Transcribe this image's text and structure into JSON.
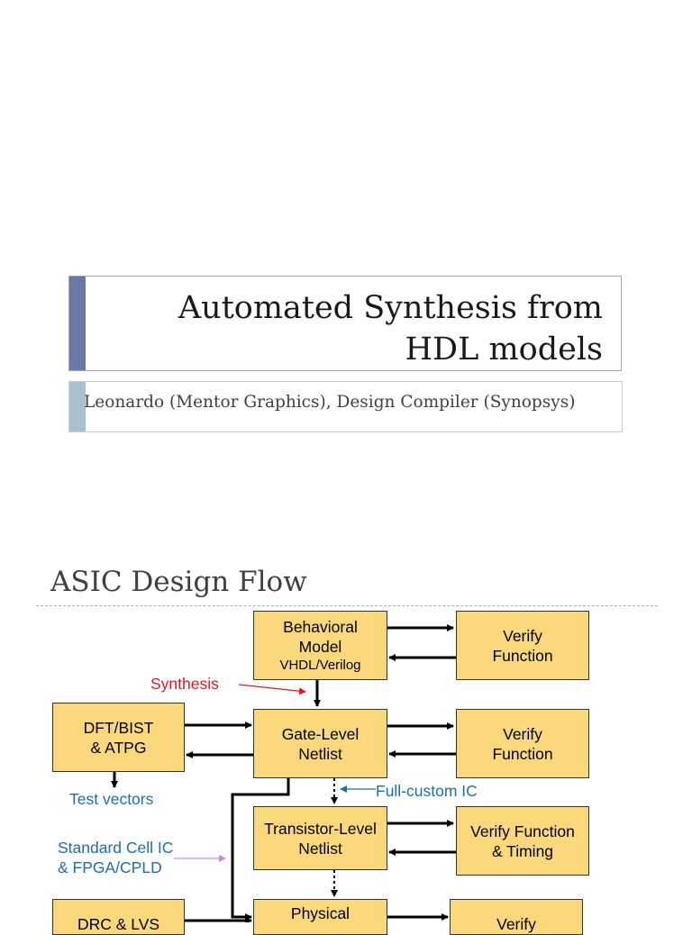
{
  "slide1": {
    "title_line1": "Automated Synthesis from",
    "title_line2": "HDL models",
    "subtitle": "Leonardo (Mentor Graphics), Design Compiler (Synopsys)"
  },
  "slide2": {
    "title": "ASIC Design Flow",
    "nodes": {
      "behavioral": {
        "line1": "Behavioral",
        "line2": "Model",
        "line3": "VHDL/Verilog"
      },
      "verify1": {
        "line1": "Verify",
        "line2": "Function"
      },
      "gate": {
        "line1": "Gate-Level",
        "line2": "Netlist"
      },
      "verify2": {
        "line1": "Verify",
        "line2": "Function"
      },
      "dft": {
        "line1": "DFT/BIST",
        "line2": "& ATPG"
      },
      "transistor": {
        "line1": "Transistor-Level",
        "line2": "Netlist"
      },
      "verify3": {
        "line1": "Verify Function",
        "line2": "& Timing"
      },
      "drc": {
        "line1": "DRC & LVS"
      },
      "physical": {
        "line1": "Physical"
      },
      "verify4": {
        "line1": "Verify"
      }
    },
    "labels": {
      "synthesis": "Synthesis",
      "test_vectors": "Test vectors",
      "full_custom": "Full-custom IC",
      "std_cell_line1": "Standard Cell IC",
      "std_cell_line2": "& FPGA/CPLD"
    },
    "colors": {
      "node_fill": "#fbd87b",
      "label_blue": "#1a6fb5",
      "label_red": "#e8121f",
      "title_accent": "#6a79a5"
    }
  }
}
